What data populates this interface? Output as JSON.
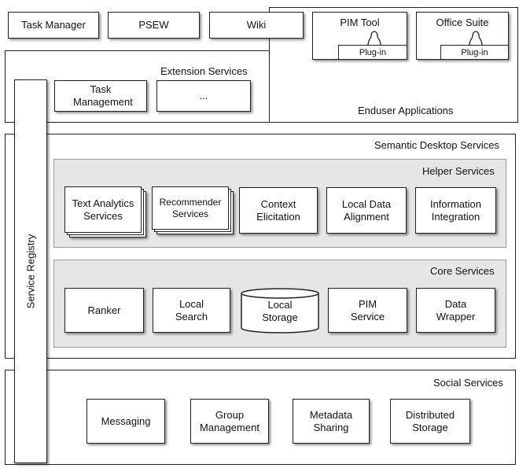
{
  "enduser": {
    "title": "Enduser Applications",
    "apps": [
      "Task Manager",
      "PSEW",
      "Wiki",
      "PIM Tool",
      "Office Suite"
    ],
    "plugin_label": "Plug-in"
  },
  "extension": {
    "title": "Extension Services",
    "items": [
      "Task Management",
      "..."
    ]
  },
  "registry": {
    "label": "Service Registry"
  },
  "semantic": {
    "title": "Semantic Desktop Services",
    "helper": {
      "title": "Helper Services",
      "items": [
        "Text Analytics Services",
        "Recommender Services",
        "Context Elicitation",
        "Local Data Alignment",
        "Information Integration"
      ]
    },
    "core": {
      "title": "Core Services",
      "items": [
        "Ranker",
        "Local Search",
        "Local Storage",
        "PIM Service",
        "Data Wrapper"
      ]
    }
  },
  "social": {
    "title": "Social Services",
    "items": [
      "Messaging",
      "Group Management",
      "Metadata Sharing",
      "Distributed Storage"
    ]
  }
}
